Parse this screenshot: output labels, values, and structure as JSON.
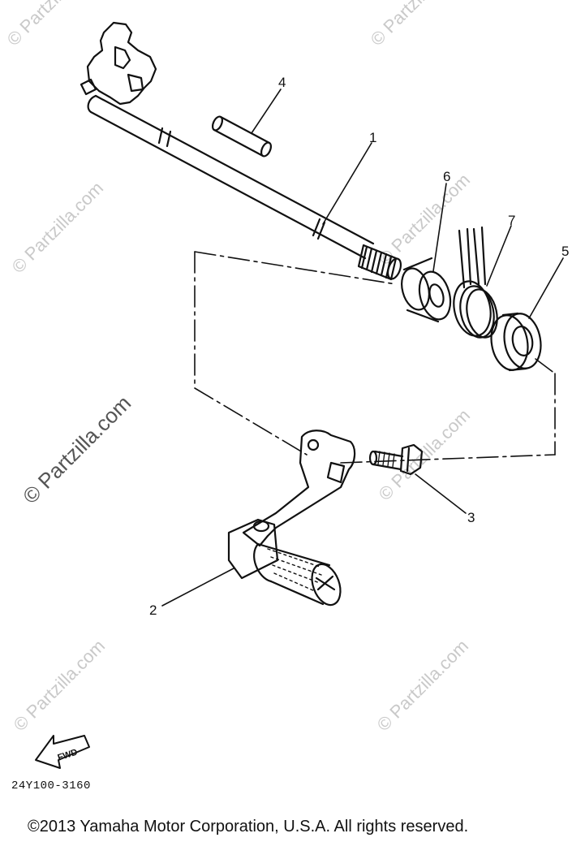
{
  "watermark": "© Partzilla.com",
  "callouts": {
    "part1": "1",
    "part2": "2",
    "part3": "3",
    "part4": "4",
    "part5": "5",
    "part6": "6",
    "part7": "7"
  },
  "fwd_arrow_label": "FWD",
  "drawing_code": "24Y100-3160",
  "copyright": "©2013  Yamaha Motor Corporation, U.S.A. All rights reserved."
}
